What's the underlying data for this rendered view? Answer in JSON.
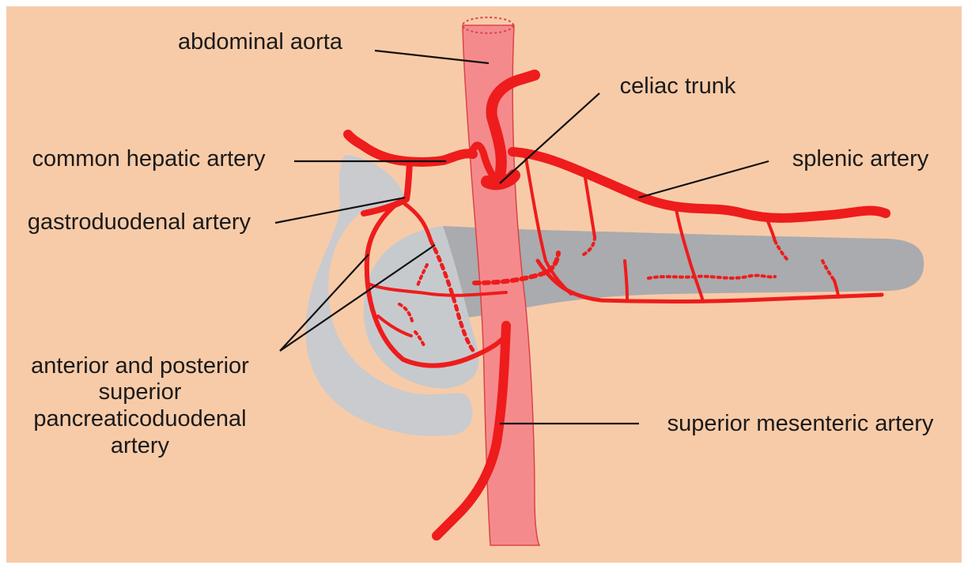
{
  "colors": {
    "background": "#f8cba8",
    "frame": "#ffffff",
    "aorta_fill": "#f58a8c",
    "aorta_outline": "#d9444a",
    "artery": "#ee1c1c",
    "pancreas": "#a9abae",
    "duodenum": "#c9cbce",
    "leader_line": "#111111",
    "text": "#1a1a1a"
  },
  "labels": {
    "abdominal_aorta": "abdominal aorta",
    "celiac_trunk": "celiac trunk",
    "common_hepatic_artery": "common hepatic artery",
    "splenic_artery": "splenic artery",
    "gastroduodenal_artery": "gastroduodenal artery",
    "pancreaticoduodenal_artery": [
      "anterior and posterior",
      "superior",
      "pancreaticoduodenal",
      "artery"
    ],
    "superior_mesenteric_artery": "superior mesenteric artery"
  }
}
